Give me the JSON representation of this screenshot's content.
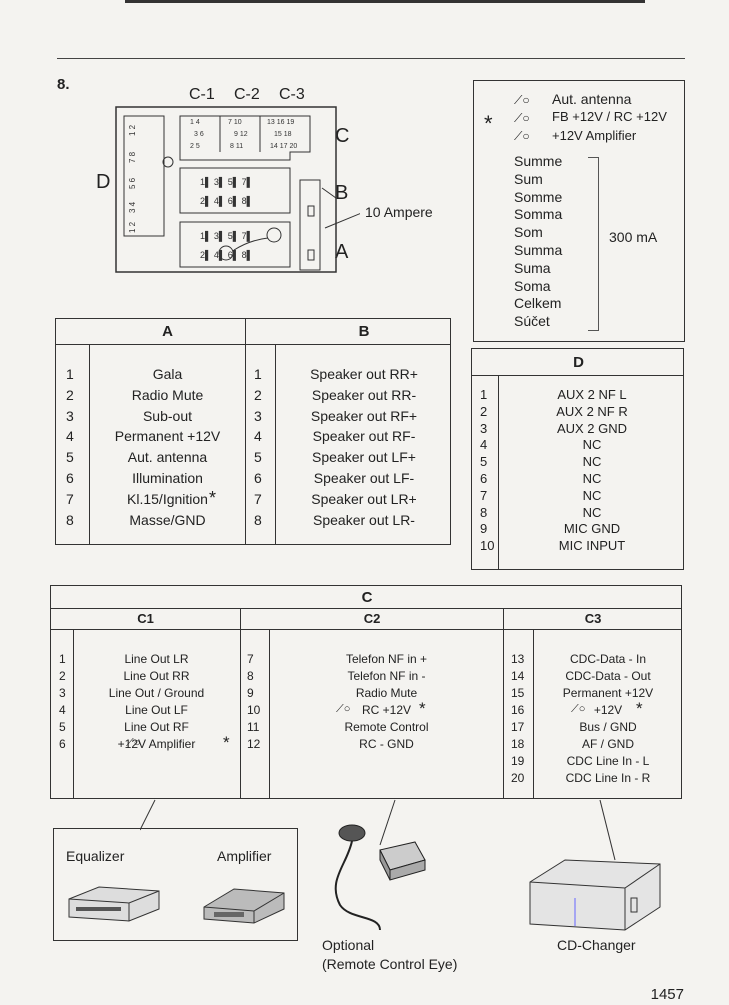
{
  "section_number": "8.",
  "page_number": "1457",
  "connector_diagram": {
    "top_labels": [
      "C-1",
      "C-2",
      "C-3"
    ],
    "side_labels": {
      "c": "C",
      "b": "B",
      "a": "A",
      "d": "D"
    },
    "fuse_label": "10 Ampere"
  },
  "legend": {
    "star": "*",
    "items": [
      "Aut. antenna",
      "FB +12V / RC +12V",
      "+12V Amplifier"
    ],
    "sum_words": [
      "Summe",
      "Sum",
      "Somme",
      "Somma",
      "Som",
      "Summa",
      "Suma",
      "Soma",
      "Celkem",
      "Súčet"
    ],
    "current": "300 mA"
  },
  "table_ab": {
    "header_a": "A",
    "header_b": "B",
    "a_rows": [
      {
        "n": "1",
        "label": "Gala"
      },
      {
        "n": "2",
        "label": "Radio Mute"
      },
      {
        "n": "3",
        "label": "Sub-out"
      },
      {
        "n": "4",
        "label": "Permanent +12V"
      },
      {
        "n": "5",
        "label": "Aut. antenna"
      },
      {
        "n": "6",
        "label": "Illumination"
      },
      {
        "n": "7",
        "label": "Kl.15/Ignition"
      },
      {
        "n": "8",
        "label": "Masse/GND"
      }
    ],
    "b_rows": [
      {
        "n": "1",
        "label": "Speaker out RR+"
      },
      {
        "n": "2",
        "label": "Speaker out RR-"
      },
      {
        "n": "3",
        "label": "Speaker out RF+"
      },
      {
        "n": "4",
        "label": "Speaker out RF-"
      },
      {
        "n": "5",
        "label": "Speaker out LF+"
      },
      {
        "n": "6",
        "label": "Speaker out LF-"
      },
      {
        "n": "7",
        "label": "Speaker out LR+"
      },
      {
        "n": "8",
        "label": "Speaker out LR-"
      }
    ],
    "star": "*"
  },
  "table_d": {
    "header": "D",
    "rows": [
      {
        "n": "1",
        "label": "AUX 2 NF L"
      },
      {
        "n": "2",
        "label": "AUX 2 NF R"
      },
      {
        "n": "3",
        "label": "AUX 2 GND"
      },
      {
        "n": "4",
        "label": "NC"
      },
      {
        "n": "5",
        "label": "NC"
      },
      {
        "n": "6",
        "label": "NC"
      },
      {
        "n": "7",
        "label": "NC"
      },
      {
        "n": "8",
        "label": "NC"
      },
      {
        "n": "9",
        "label": "MIC GND"
      },
      {
        "n": "10",
        "label": "MIC INPUT"
      }
    ]
  },
  "table_c": {
    "header": "C",
    "sub_headers": [
      "C1",
      "C2",
      "C3"
    ],
    "c1_rows": [
      {
        "n": "1",
        "label": "Line Out LR"
      },
      {
        "n": "2",
        "label": "Line Out RR"
      },
      {
        "n": "3",
        "label": "Line Out / Ground"
      },
      {
        "n": "4",
        "label": "Line Out LF"
      },
      {
        "n": "5",
        "label": "Line Out RF"
      },
      {
        "n": "6",
        "label": "+12V Amplifier"
      }
    ],
    "c2_rows": [
      {
        "n": "7",
        "label": "Telefon NF in +"
      },
      {
        "n": "8",
        "label": "Telefon NF in -"
      },
      {
        "n": "9",
        "label": "Radio Mute"
      },
      {
        "n": "10",
        "label": "RC +12V"
      },
      {
        "n": "11",
        "label": "Remote Control"
      },
      {
        "n": "12",
        "label": "RC - GND"
      }
    ],
    "c3_rows": [
      {
        "n": "13",
        "label": "CDC-Data - In"
      },
      {
        "n": "14",
        "label": "CDC-Data - Out"
      },
      {
        "n": "15",
        "label": "Permanent +12V"
      },
      {
        "n": "16",
        "label": "+12V"
      },
      {
        "n": "17",
        "label": "Bus / GND"
      },
      {
        "n": "18",
        "label": "AF / GND"
      },
      {
        "n": "19",
        "label": "CDC Line In - L"
      },
      {
        "n": "20",
        "label": "CDC Line In - R"
      }
    ],
    "star": "*"
  },
  "devices": {
    "equalizer": "Equalizer",
    "amplifier": "Amplifier",
    "optional_line1": "Optional",
    "optional_line2": "(Remote Control Eye)",
    "cd_changer": "CD-Changer"
  }
}
